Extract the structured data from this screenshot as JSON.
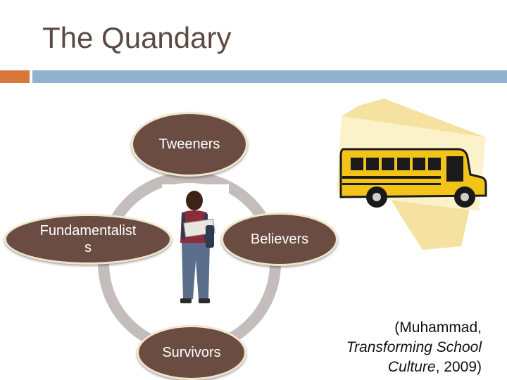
{
  "slide": {
    "title": "The Quandary",
    "accent_color": "#d9773b",
    "bar_color": "#8fb3d1",
    "title_color": "#5a4a42"
  },
  "diagram": {
    "ring_color": "#c5bdbb",
    "node_fill": "#6b4c43",
    "node_border": "#f1e6c9",
    "nodes": [
      {
        "label_line1": "Tweeners"
      },
      {
        "label_line1": "Believers"
      },
      {
        "label_line1": "Survivors"
      },
      {
        "label_line1": "Fundamentalist",
        "label_line2": "s"
      }
    ],
    "center_image": "student-holding-book-photo"
  },
  "clipart": {
    "name": "school-bus-clipart",
    "bus_color": "#f2c41a",
    "note_color": "#f6e2a0"
  },
  "citation": {
    "author": "(Muhammad,",
    "title": "Transforming School",
    "title_end": "Culture",
    "year": ", 2009)"
  }
}
